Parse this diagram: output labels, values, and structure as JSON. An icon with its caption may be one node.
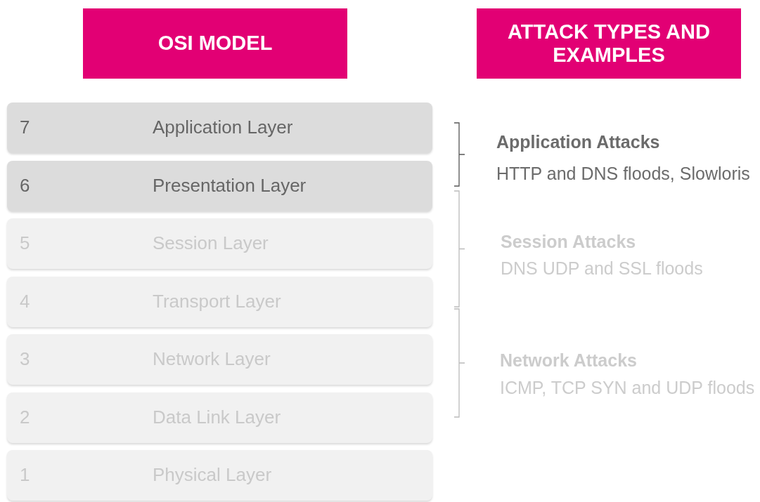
{
  "diagram": {
    "nodes": [
      {
        "text": [
          "OSI MODEL"
        ]
      },
      {
        "text": [
          "ATTACK TYPES AND EXAMPLES"
        ]
      },
      {
        "text": [
          "7",
          "Application Layer"
        ]
      },
      {
        "text": [
          "6",
          "Presentation Layer"
        ]
      },
      {
        "text": [
          "5",
          "Session Layer"
        ]
      },
      {
        "text": [
          "4",
          "Transport Layer"
        ]
      },
      {
        "text": [
          "3",
          "Network Layer"
        ]
      },
      {
        "text": [
          "2",
          "Data Link Layer"
        ]
      },
      {
        "text": [
          "1",
          "Physical Layer"
        ]
      }
    ],
    "labels": [
      "Application Attacks",
      "HTTP and DNS floods, Slowloris",
      "Session Attacks",
      "DNS UDP and SSL floods",
      "Network Attacks",
      "ICMP, TCP SYN and UDP floods"
    ]
  }
}
